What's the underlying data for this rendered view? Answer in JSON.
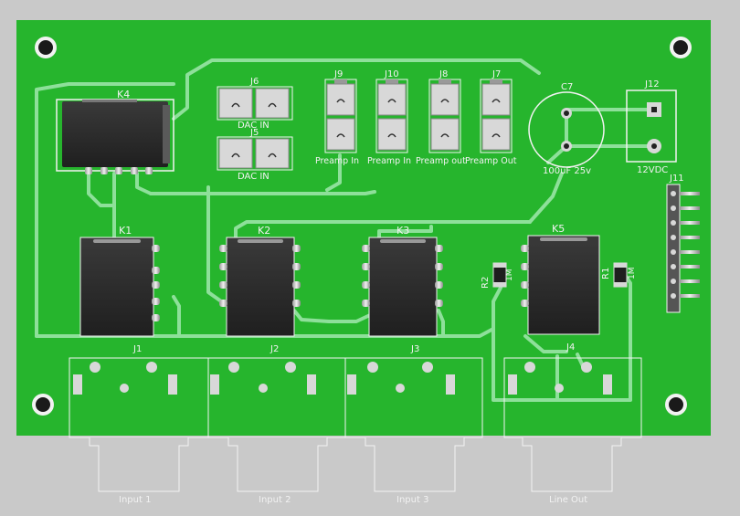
{
  "colors": {
    "background": "#c9c9c9",
    "board": "#26b52d",
    "trace": "#8ee09a",
    "silkscreen": "#f2f2f2",
    "ic_body": "#2b2b2b",
    "pad": "#d8d8d8"
  },
  "relays": [
    {
      "ref": "K4"
    },
    {
      "ref": "K1"
    },
    {
      "ref": "K2"
    },
    {
      "ref": "K3"
    },
    {
      "ref": "K5"
    }
  ],
  "headers": [
    {
      "ref": "J6",
      "label": "DAC IN"
    },
    {
      "ref": "J5",
      "label": "DAC IN"
    },
    {
      "ref": "J9",
      "label": "Preamp In"
    },
    {
      "ref": "J10",
      "label": "Preamp In"
    },
    {
      "ref": "J8",
      "label": "Preamp out"
    },
    {
      "ref": "J7",
      "label": "Preamp Out"
    },
    {
      "ref": "J12",
      "label": "12VDC"
    },
    {
      "ref": "J11"
    }
  ],
  "capacitor": {
    "ref": "C7",
    "value": "100uF 25v"
  },
  "resistors": [
    {
      "ref": "R2",
      "value": "1M"
    },
    {
      "ref": "R1",
      "value": "1M"
    }
  ],
  "jacks": [
    {
      "ref": "J1",
      "label": "Input 1"
    },
    {
      "ref": "J2",
      "label": "Input 2"
    },
    {
      "ref": "J3",
      "label": "Input 3"
    },
    {
      "ref": "J4",
      "label": "Line Out"
    }
  ]
}
